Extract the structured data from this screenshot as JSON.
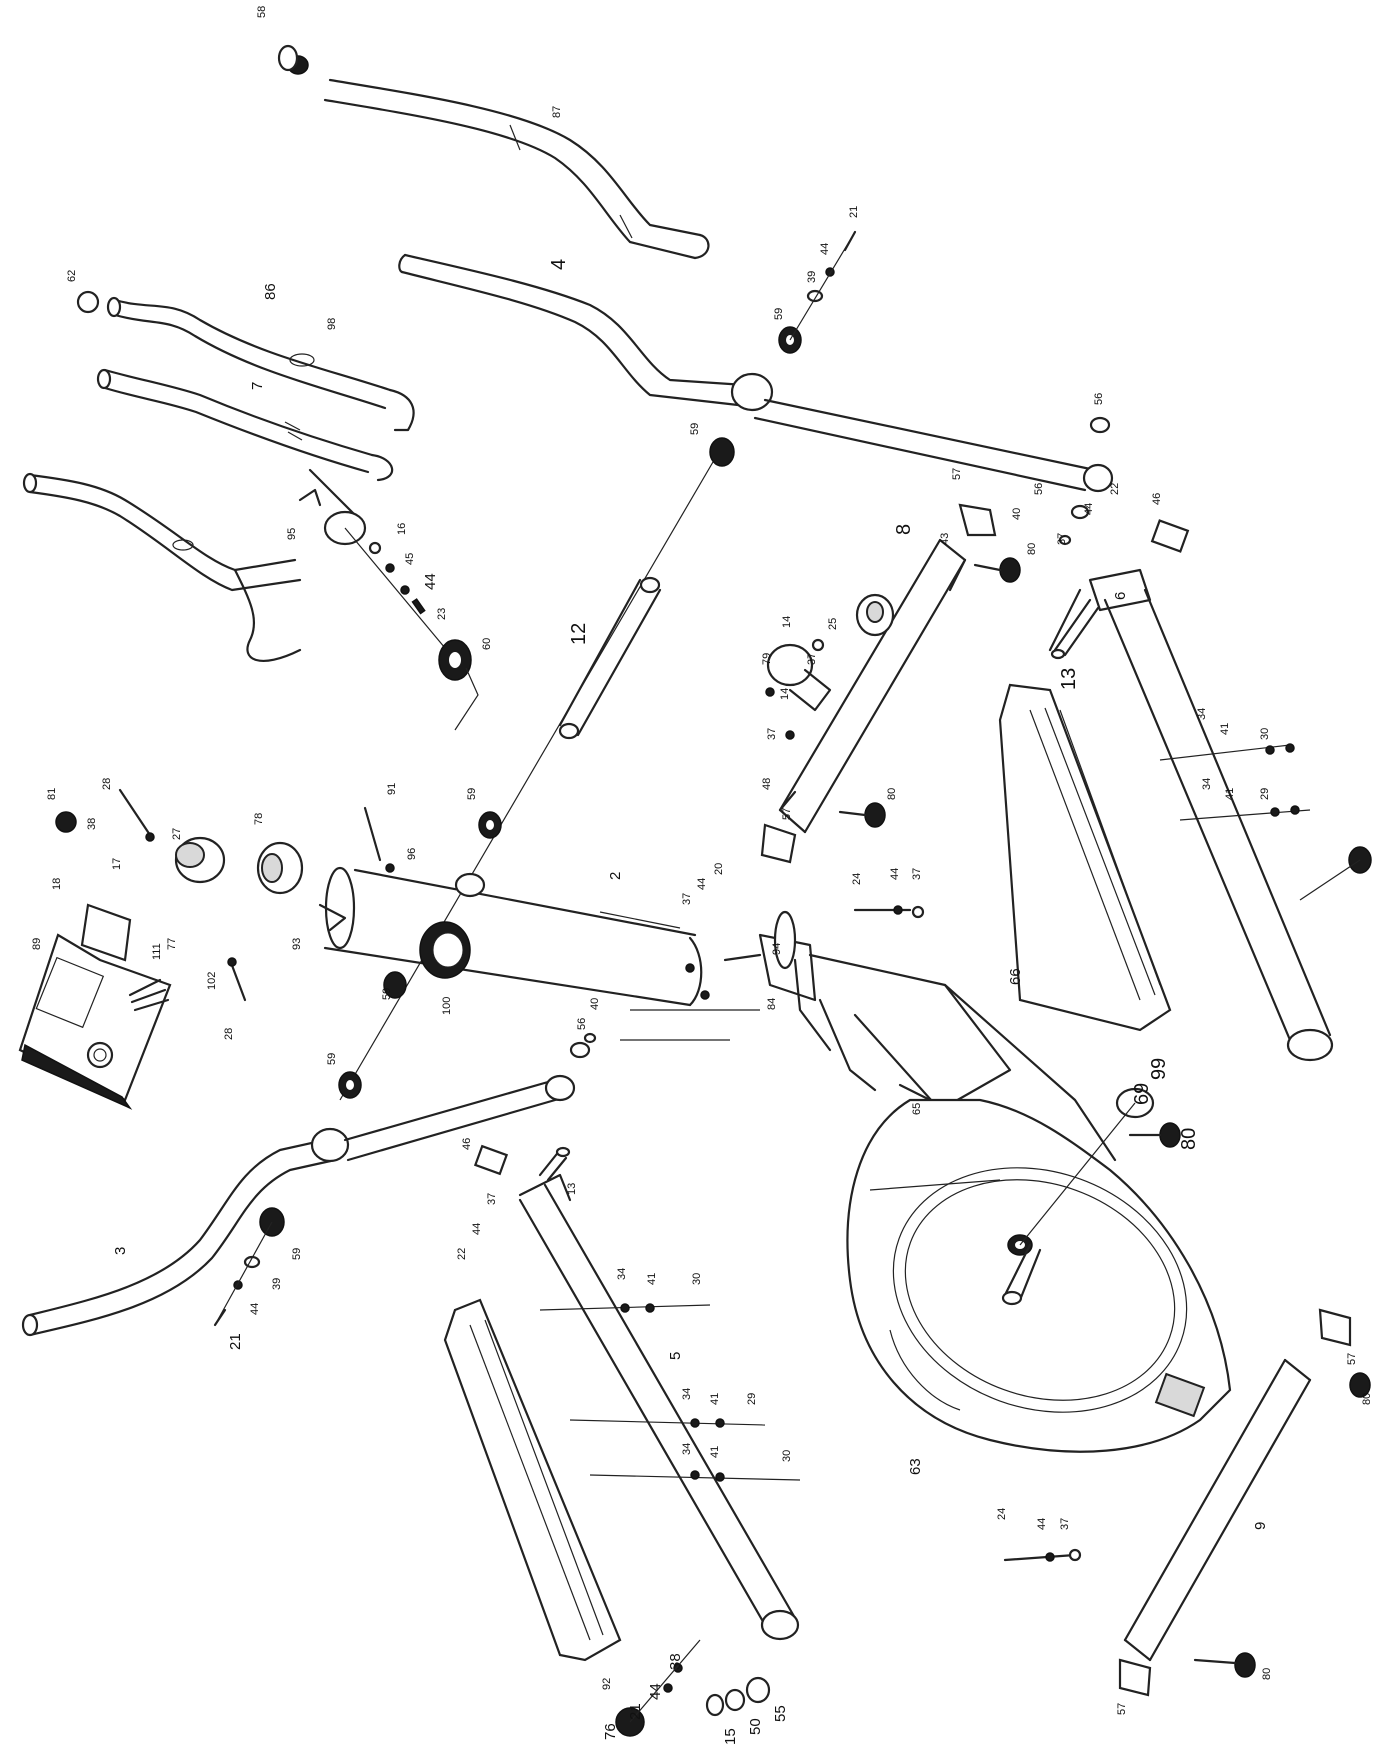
{
  "labels": {
    "p58": "58",
    "p87": "87",
    "p4": "4",
    "p21a": "21",
    "p44a": "44",
    "p39a": "39",
    "p59a": "59",
    "p62": "62",
    "p86": "86",
    "p98": "98",
    "p7": "7",
    "p95": "95",
    "p16": "16",
    "p45": "45",
    "p44b": "44",
    "p23": "23",
    "p60": "60",
    "p12": "12",
    "p59b": "59",
    "p56a": "56",
    "p57a": "57",
    "p8": "8",
    "p43": "43",
    "p80a": "80",
    "p14a": "14",
    "p14b": "14",
    "p79": "79",
    "p25": "25",
    "p37a": "37",
    "p37b": "37",
    "p48": "48",
    "p56b": "56",
    "p40a": "40",
    "p37c": "37",
    "p44c": "44",
    "p22a": "22",
    "p46a": "46",
    "p13a": "13",
    "p6": "6",
    "p34a": "34",
    "p41a": "41",
    "p30a": "30",
    "p34b": "34",
    "p41b": "41",
    "p29a": "29",
    "p99": "99",
    "p80b": "80",
    "p57b": "57",
    "p91": "91",
    "p96": "96",
    "p59c": "59",
    "p28a": "28",
    "p81": "81",
    "p38a": "38",
    "p27": "27",
    "p18": "18",
    "p17": "17",
    "p78": "78",
    "p77": "77",
    "p89": "89",
    "p111": "111",
    "p102": "102",
    "p28b": "28",
    "p93": "93",
    "p59d": "59",
    "p100": "100",
    "p2": "2",
    "p37d": "37",
    "p44d": "44",
    "p20": "20",
    "p94": "94",
    "p84": "84",
    "p24a": "24",
    "p44e": "44",
    "p37e": "37",
    "p66": "66",
    "p65": "65",
    "p59e": "59",
    "p3": "3",
    "p59f": "59",
    "p39b": "39",
    "p44f": "44",
    "p21b": "21",
    "p56c": "56",
    "p40b": "40",
    "p46b": "46",
    "p13b": "13",
    "p37f": "37",
    "p44g": "44",
    "p22b": "22",
    "p34c": "34",
    "p41c": "41",
    "p30b": "30",
    "p5": "5",
    "p34d": "34",
    "p41d": "41",
    "p29b": "29",
    "p34e": "34",
    "p41e": "41",
    "p30c": "30",
    "p69": "69",
    "p80c": "80",
    "p63": "63",
    "p92": "92",
    "p24b": "24",
    "p44h": "44",
    "p37g": "37",
    "p9": "9",
    "p57c": "57",
    "p80d": "80",
    "p57d": "57",
    "p80e": "80",
    "p76": "76",
    "p21c": "21",
    "p44i": "44",
    "p38b": "38",
    "p15": "15",
    "p50": "50",
    "p55": "55"
  }
}
